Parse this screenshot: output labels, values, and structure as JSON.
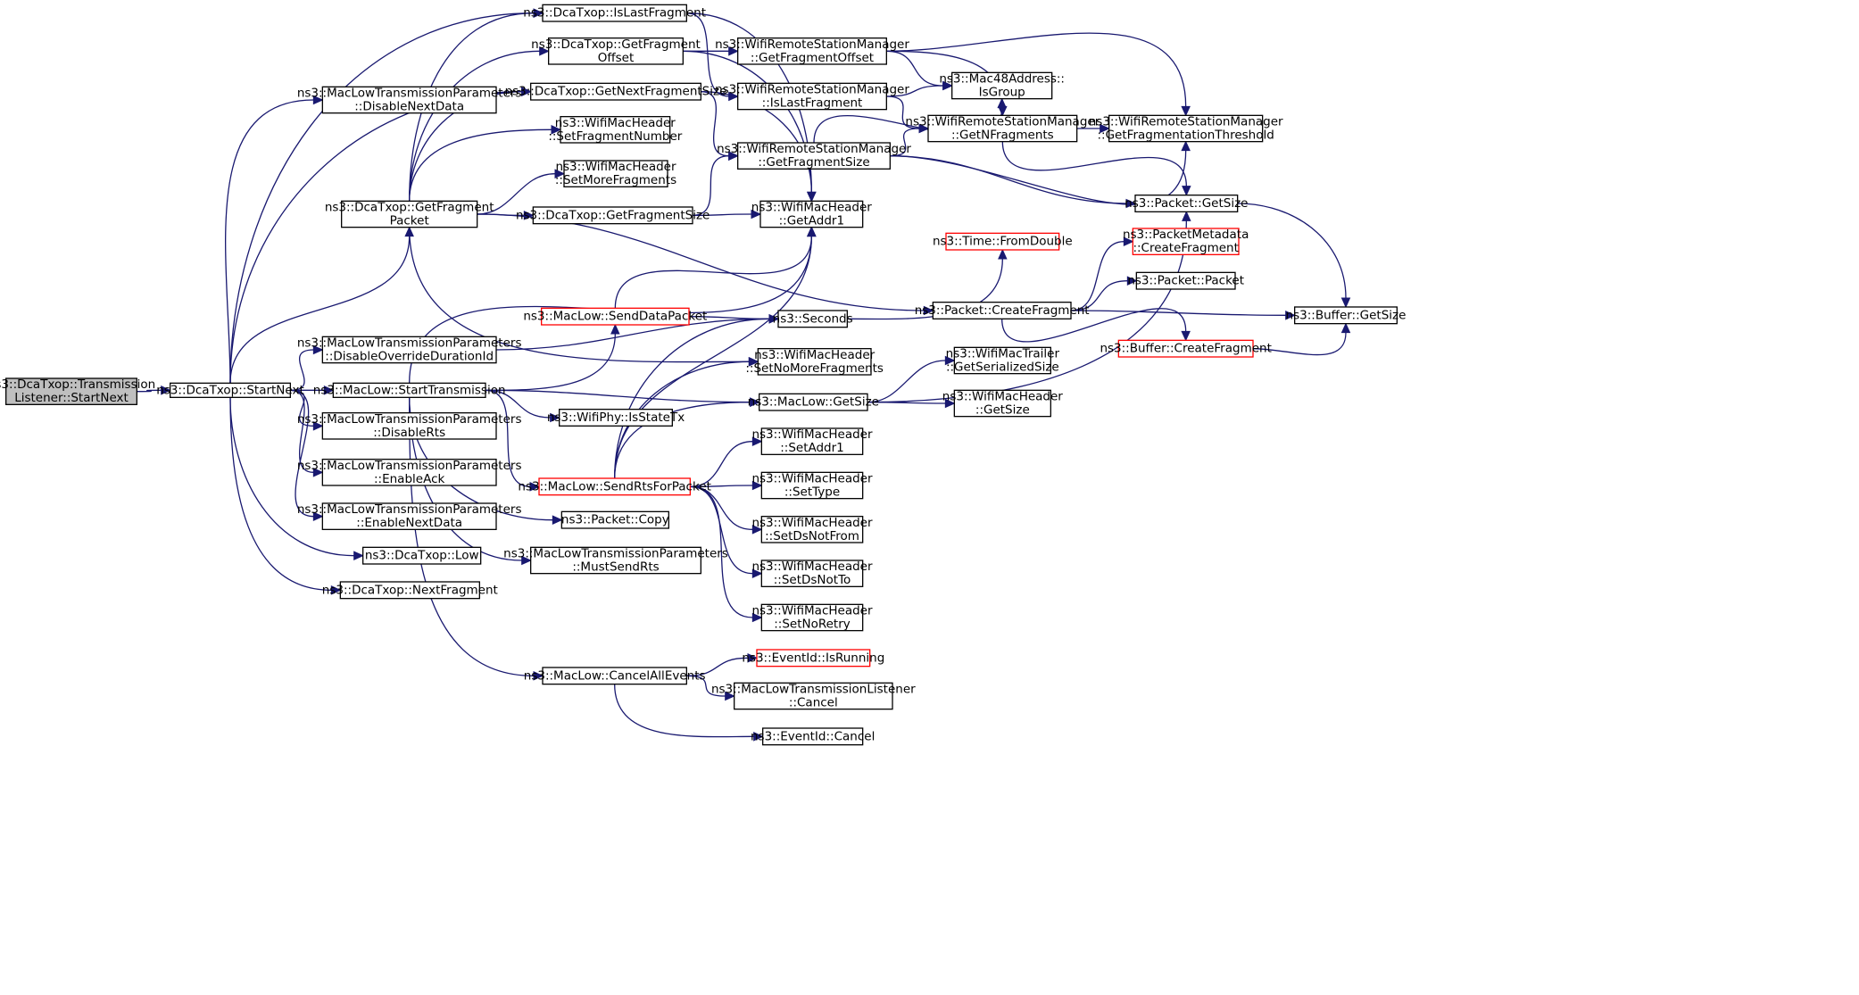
{
  "colors": {
    "edge": "#191970",
    "node_border": "#000000",
    "node_border_red": "#ff0000",
    "root_fill": "#bfbfbf"
  },
  "nodes": {
    "root": [
      "ns3::DcaTxop::Transmission",
      "Listener::StartNext"
    ],
    "startnext": [
      "ns3::DcaTxop::StartNext"
    ],
    "disablenextdata": [
      "ns3::MacLowTransmissionParameters",
      "::DisableNextData"
    ],
    "getfragmentpacket": [
      "ns3::DcaTxop::GetFragment",
      "Packet"
    ],
    "disableoverrideduration": [
      "ns3::MacLowTransmissionParameters",
      "::DisableOverrideDurationId"
    ],
    "starttransmission": [
      "ns3::MacLow::StartTransmission"
    ],
    "disablerts": [
      "ns3::MacLowTransmissionParameters",
      "::DisableRts"
    ],
    "enableack": [
      "ns3::MacLowTransmissionParameters",
      "::EnableAck"
    ],
    "enablenextdata": [
      "ns3::MacLowTransmissionParameters",
      "::EnableNextData"
    ],
    "low": [
      "ns3::DcaTxop::Low"
    ],
    "nextfragment": [
      "ns3::DcaTxop::NextFragment"
    ],
    "islastfragment": [
      "ns3::DcaTxop::IsLastFragment"
    ],
    "getfragmentoffset": [
      "ns3::DcaTxop::GetFragment",
      "Offset"
    ],
    "getnextfragmentsize": [
      "ns3::DcaTxop::GetNextFragmentSize"
    ],
    "setfragmentnumber": [
      "ns3::WifiMacHeader",
      "::SetFragmentNumber"
    ],
    "setmorefragments": [
      "ns3::WifiMacHeader",
      "::SetMoreFragments"
    ],
    "getfragmentsize": [
      "ns3::DcaTxop::GetFragmentSize"
    ],
    "senddatapacket": [
      "ns3::MacLow::SendDataPacket"
    ],
    "isstatetx": [
      "ns3::WifiPhy::IsStateTx"
    ],
    "sendrtsforpacket": [
      "ns3::MacLow::SendRtsForPacket"
    ],
    "packetcopy": [
      "ns3::Packet::Copy"
    ],
    "mustsendrts": [
      "ns3::MacLowTransmissionParameters",
      "::MustSendRts"
    ],
    "cancelallevents": [
      "ns3::MacLow::CancelAllEvents"
    ],
    "wrsm_getfragmentoffset": [
      "ns3::WifiRemoteStationManager",
      "::GetFragmentOffset"
    ],
    "wrsm_islastfragment": [
      "ns3::WifiRemoteStationManager",
      "::IsLastFragment"
    ],
    "wrsm_getfragmentsize": [
      "ns3::WifiRemoteStationManager",
      "::GetFragmentSize"
    ],
    "getaddr1": [
      "ns3::WifiMacHeader",
      "::GetAddr1"
    ],
    "seconds": [
      "ns3::Seconds"
    ],
    "setnomorefragments": [
      "ns3::WifiMacHeader",
      "::SetNoMoreFragments"
    ],
    "maclowgetsize": [
      "ns3::MacLow::GetSize"
    ],
    "setaddr1": [
      "ns3::WifiMacHeader",
      "::SetAddr1"
    ],
    "settype": [
      "ns3::WifiMacHeader",
      "::SetType"
    ],
    "setdsnotfrom": [
      "ns3::WifiMacHeader",
      "::SetDsNotFrom"
    ],
    "setdsnotto": [
      "ns3::WifiMacHeader",
      "::SetDsNotTo"
    ],
    "setnoretry": [
      "ns3::WifiMacHeader",
      "::SetNoRetry"
    ],
    "isrunning": [
      "ns3::EventId::IsRunning"
    ],
    "mltl_cancel": [
      "ns3::MacLowTransmissionListener",
      "::Cancel"
    ],
    "eventidcancel": [
      "ns3::EventId::Cancel"
    ],
    "isgroup": [
      "ns3::Mac48Address::",
      "IsGroup"
    ],
    "getnfragments": [
      "ns3::WifiRemoteStationManager",
      "::GetNFragments"
    ],
    "timefromdouble": [
      "ns3::Time::FromDouble"
    ],
    "createfragment": [
      "ns3::Packet::CreateFragment"
    ],
    "getserializedsize": [
      "ns3::WifiMacTrailer",
      "::GetSerializedSize"
    ],
    "wmh_getsize": [
      "ns3::WifiMacHeader",
      "::GetSize"
    ],
    "getfragmentationthreshold": [
      "ns3::WifiRemoteStationManager",
      "::GetFragmentationThreshold"
    ],
    "packetgetsize": [
      "ns3::Packet::GetSize"
    ],
    "pm_createfragment": [
      "ns3::PacketMetadata",
      "::CreateFragment"
    ],
    "packetpacket": [
      "ns3::Packet::Packet"
    ],
    "buffercreatefragment": [
      "ns3::Buffer::CreateFragment"
    ],
    "buffergetsize": [
      "ns3::Buffer::GetSize"
    ]
  }
}
